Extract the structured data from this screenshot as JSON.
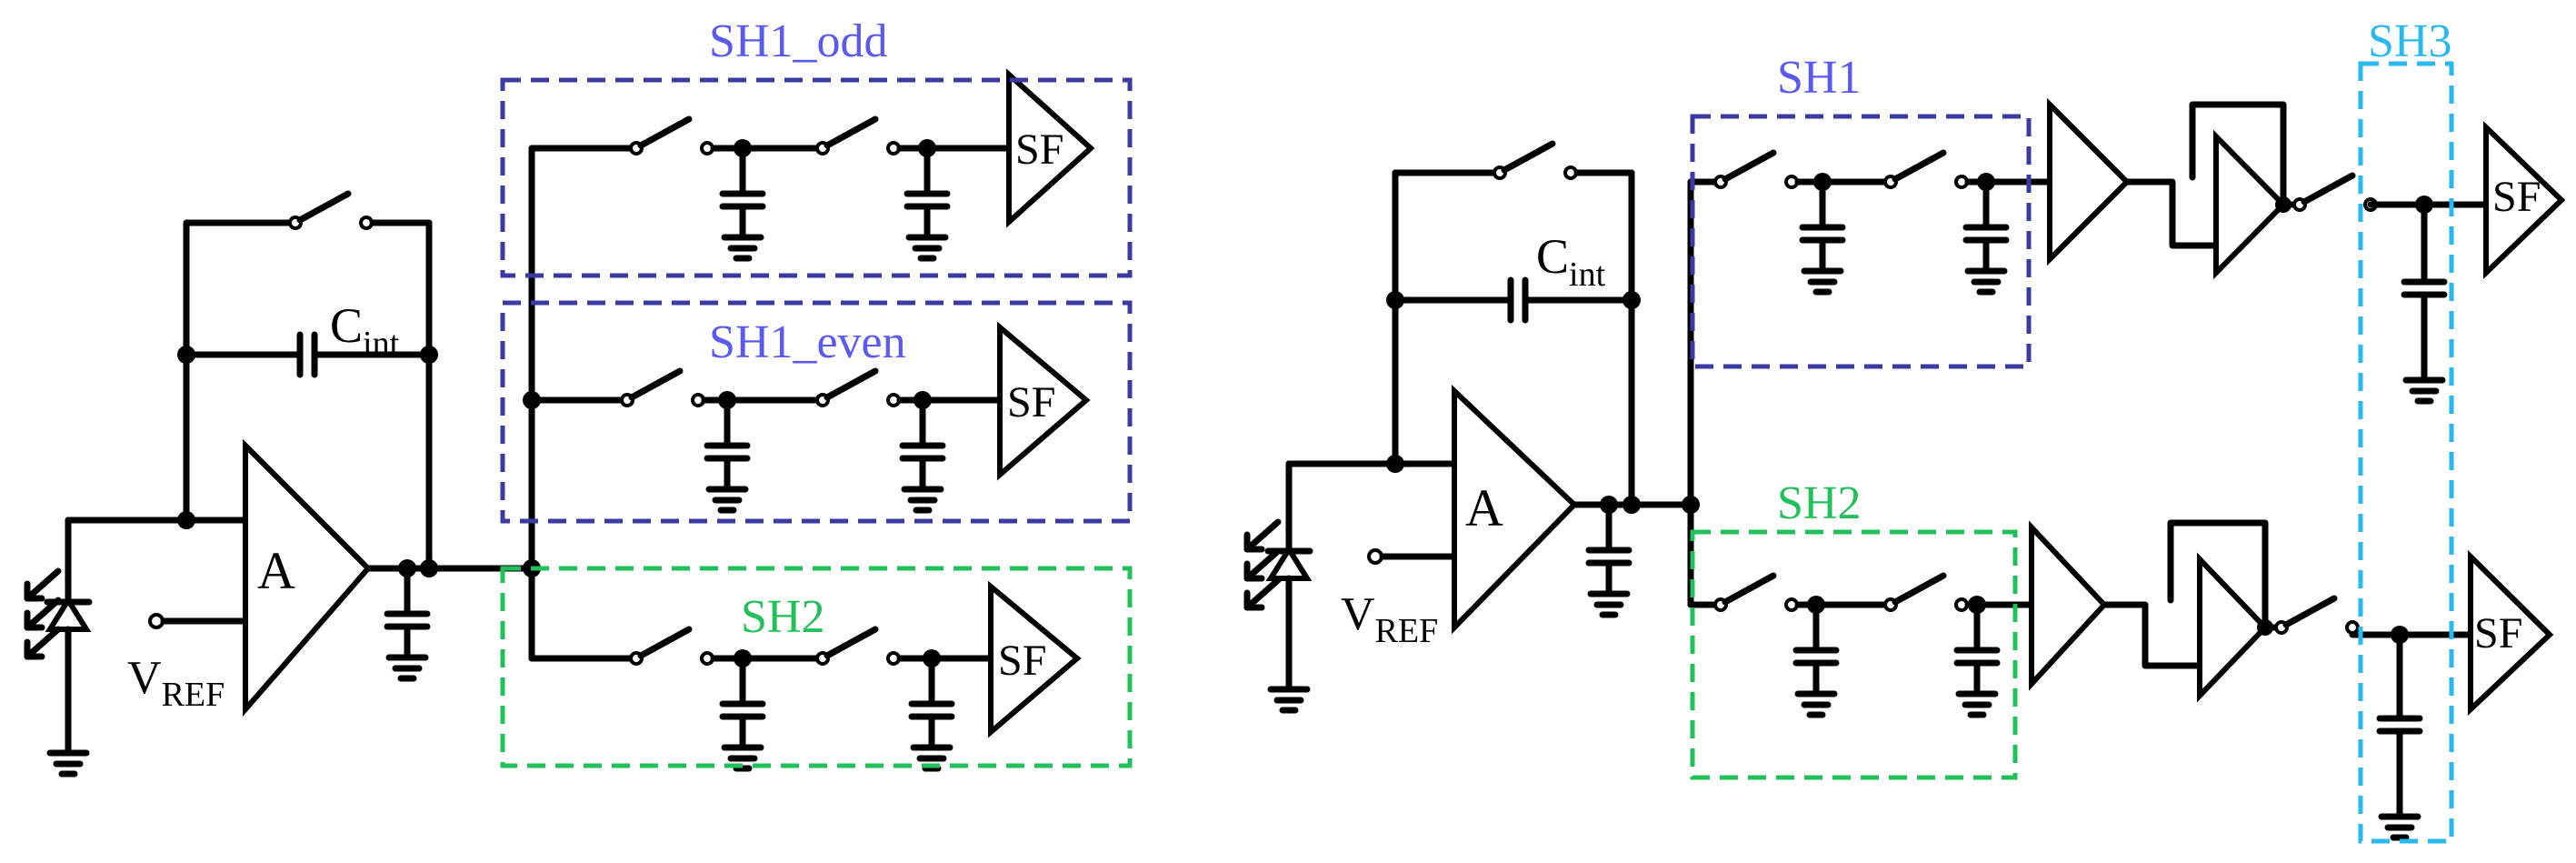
{
  "colors": {
    "sh1_box": "#3a3aa0",
    "sh1_label": "#5a5af0",
    "sh2": "#22c05a",
    "sh3": "#29b9ee",
    "wire": "#000000"
  },
  "left": {
    "amp_label": "A",
    "cint_main": "C",
    "cint_sub": "int",
    "vref_main": "V",
    "vref_sub": "REF",
    "box_top_label": "SH1_odd",
    "box_mid_label": "SH1_even",
    "box_bottom_label": "SH2",
    "sf_labels": [
      "SF",
      "SF",
      "SF"
    ]
  },
  "right": {
    "amp_label": "A",
    "cint_main": "C",
    "cint_sub": "int",
    "vref_main": "V",
    "vref_sub": "REF",
    "box_top_label": "SH1",
    "box_bottom_label": "SH2",
    "box_right_label": "SH3",
    "sf_labels": [
      "SF",
      "SF"
    ]
  }
}
